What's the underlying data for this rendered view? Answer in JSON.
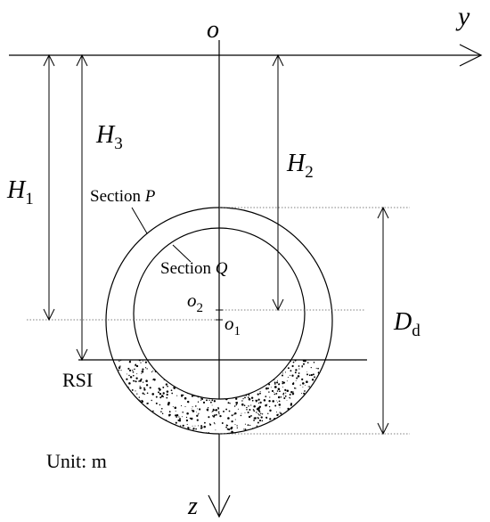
{
  "axes": {
    "origin": "o",
    "y_axis": "y",
    "z_axis": "z"
  },
  "dimensions": {
    "H1": {
      "symbol": "H",
      "sub": "1"
    },
    "H2": {
      "symbol": "H",
      "sub": "2"
    },
    "H3": {
      "symbol": "H",
      "sub": "3"
    },
    "Dd": {
      "symbol": "D",
      "sub": "d"
    }
  },
  "labels": {
    "section_p_prefix": "Section ",
    "section_p_var": "P",
    "section_q_prefix": "Section ",
    "section_q_var": "Q",
    "o2": {
      "symbol": "o",
      "sub": "2"
    },
    "o1": {
      "symbol": "o",
      "sub": "1"
    },
    "rsi": "RSI",
    "unit": "Unit: m"
  },
  "colors": {
    "line": "#000000",
    "guide": "#555555",
    "fill_dots": "#000000"
  }
}
